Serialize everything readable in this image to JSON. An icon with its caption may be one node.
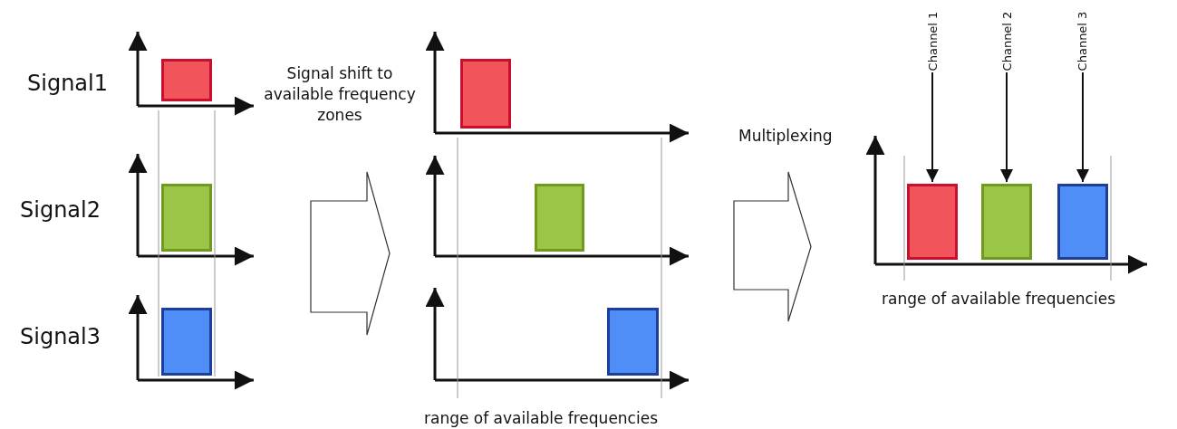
{
  "diagram": {
    "nodes": [
      {
        "text": [],
        "shape": "bar"
      },
      {
        "text": [],
        "shape": "bar"
      },
      {
        "text": [],
        "shape": "bar"
      },
      {
        "text": [],
        "shape": "bar"
      },
      {
        "text": [],
        "shape": "bar"
      },
      {
        "text": [],
        "shape": "bar"
      },
      {
        "text": [
          "Channel 1"
        ]
      },
      {
        "text": [
          "Channel 2"
        ]
      },
      {
        "text": [
          "Channel 3"
        ]
      },
      {
        "text": [],
        "shape": "bar"
      },
      {
        "text": [],
        "shape": "bar"
      },
      {
        "text": [],
        "shape": "bar"
      }
    ],
    "edges": [
      {
        "from": 6,
        "to": 9,
        "arrow": "to"
      },
      {
        "from": 7,
        "to": 10,
        "arrow": "to"
      },
      {
        "from": 8,
        "to": 11,
        "arrow": "to"
      }
    ],
    "labels": [
      "Signal1",
      "Signal shift to available frequency zones",
      "Multiplexing",
      "Signal2",
      "Signal3",
      "range of available frequencies",
      "range of available frequencies"
    ]
  }
}
